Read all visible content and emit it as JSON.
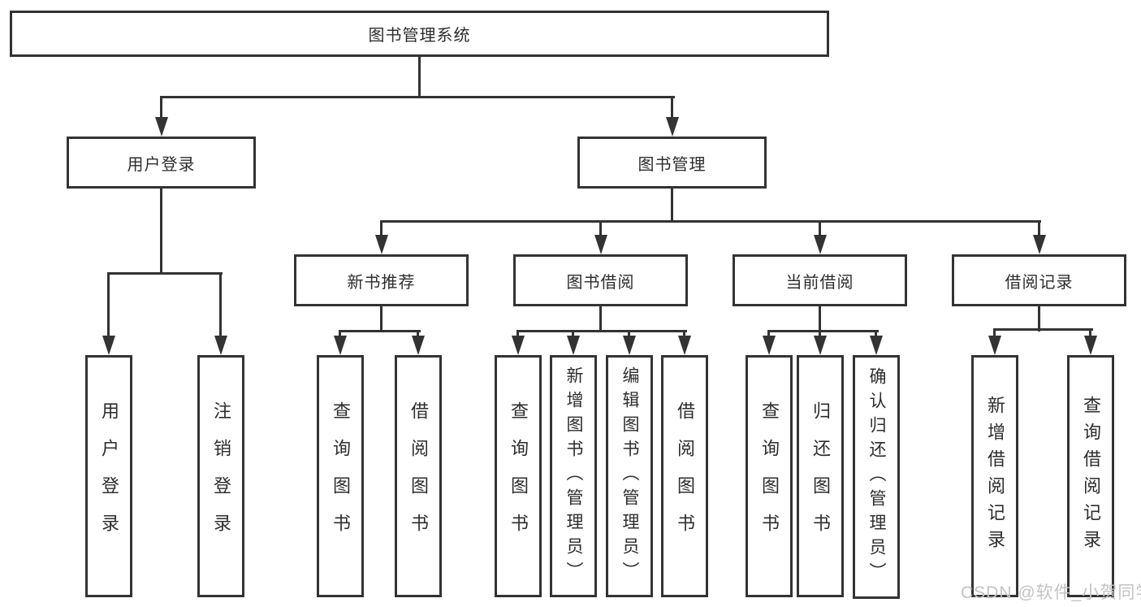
{
  "diagram": {
    "root": "图书管理系统",
    "level2": [
      "用户登录",
      "图书管理"
    ],
    "level3": [
      "新书推荐",
      "图书借阅",
      "当前借阅",
      "借阅记录"
    ],
    "leaves": {
      "user_login": [
        "用户登录",
        "注销登录"
      ],
      "new_book": [
        "查询图书",
        "借阅图书"
      ],
      "book_borrow": [
        "查询图书",
        "新增图书（管理员）",
        "编辑图书（管理员）",
        "借阅图书"
      ],
      "current_borrow": [
        "查询图书",
        "归还图书",
        "确认归还（管理员）"
      ],
      "borrow_records": [
        "新增借阅记录",
        "查询借阅记录"
      ]
    }
  },
  "watermark": "CSDN @软件_小贺同学",
  "colors": {
    "line": "#333333",
    "text": "#2d2d2d",
    "watermark": "#c3c3c3",
    "background": "#ffffff"
  }
}
